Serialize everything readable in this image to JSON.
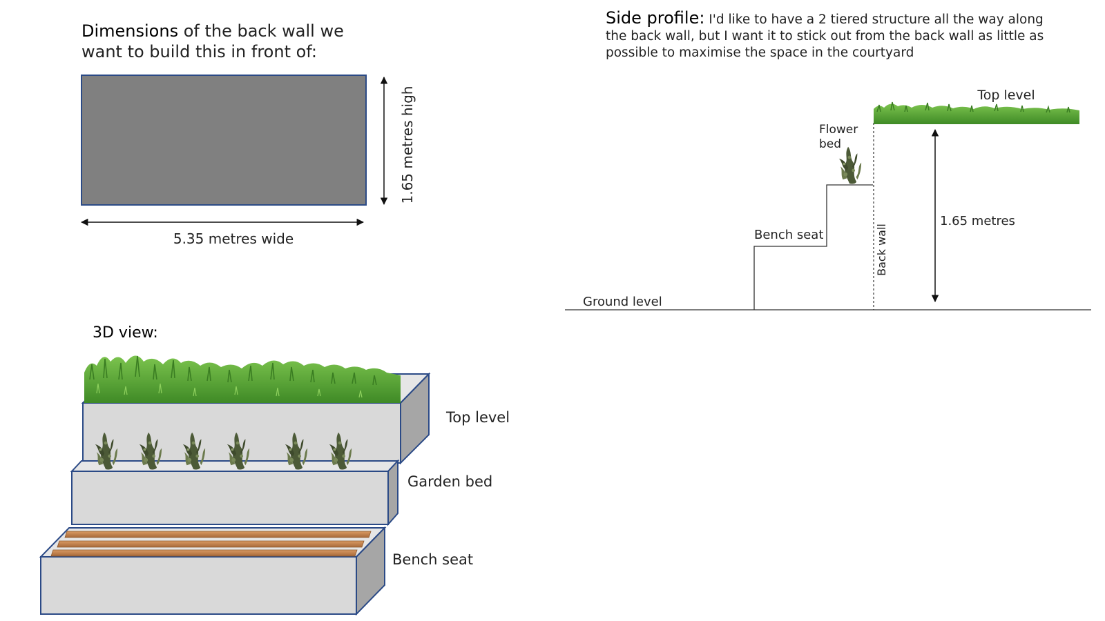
{
  "dimensions_panel": {
    "title_bold": "Dimensions",
    "title_rest_line1": " of the back wall we",
    "title_line2": "want to build this in front of:",
    "width_label": "5.35 metres wide",
    "height_label": "1.65 metres high",
    "wall_color": "#808080",
    "wall_border_color": "#2b4a86"
  },
  "side_profile_panel": {
    "title_bold": "Side profile:",
    "title_rest_line1": " I'd like to have a 2 tiered structure all the way along",
    "title_line2": "the back wall, but I want it to stick out from the back wall as little as",
    "title_line3": "possible to maximise the space in the courtyard",
    "labels": {
      "top_level": "Top level",
      "flower_bed_line1": "Flower",
      "flower_bed_line2": "bed",
      "bench_seat": "Bench seat",
      "back_wall": "Back wall",
      "height": "1.65 metres",
      "ground_level": "Ground level"
    }
  },
  "view_3d_panel": {
    "title": "3D view:",
    "labels": {
      "top_level": "Top level",
      "garden_bed": "Garden bed",
      "bench_seat": "Bench seat"
    },
    "colors": {
      "box_front": "#d9d9d9",
      "box_side": "#a6a6a6",
      "box_border": "#2b4a86",
      "grass": "#5fae3a",
      "wood": "#c98a55",
      "shrub": "#55603f"
    }
  }
}
